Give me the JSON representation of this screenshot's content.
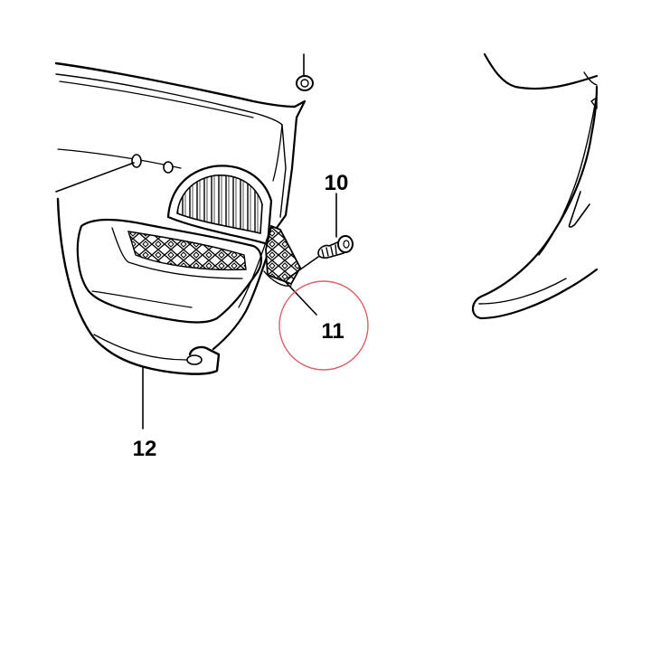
{
  "callouts": {
    "part_10": "10",
    "part_11": "11",
    "part_12": "12"
  },
  "highlight": {
    "ring_color": "#d9606a",
    "ring_target": "11"
  },
  "colors": {
    "line": "#000000",
    "background": "#ffffff"
  }
}
